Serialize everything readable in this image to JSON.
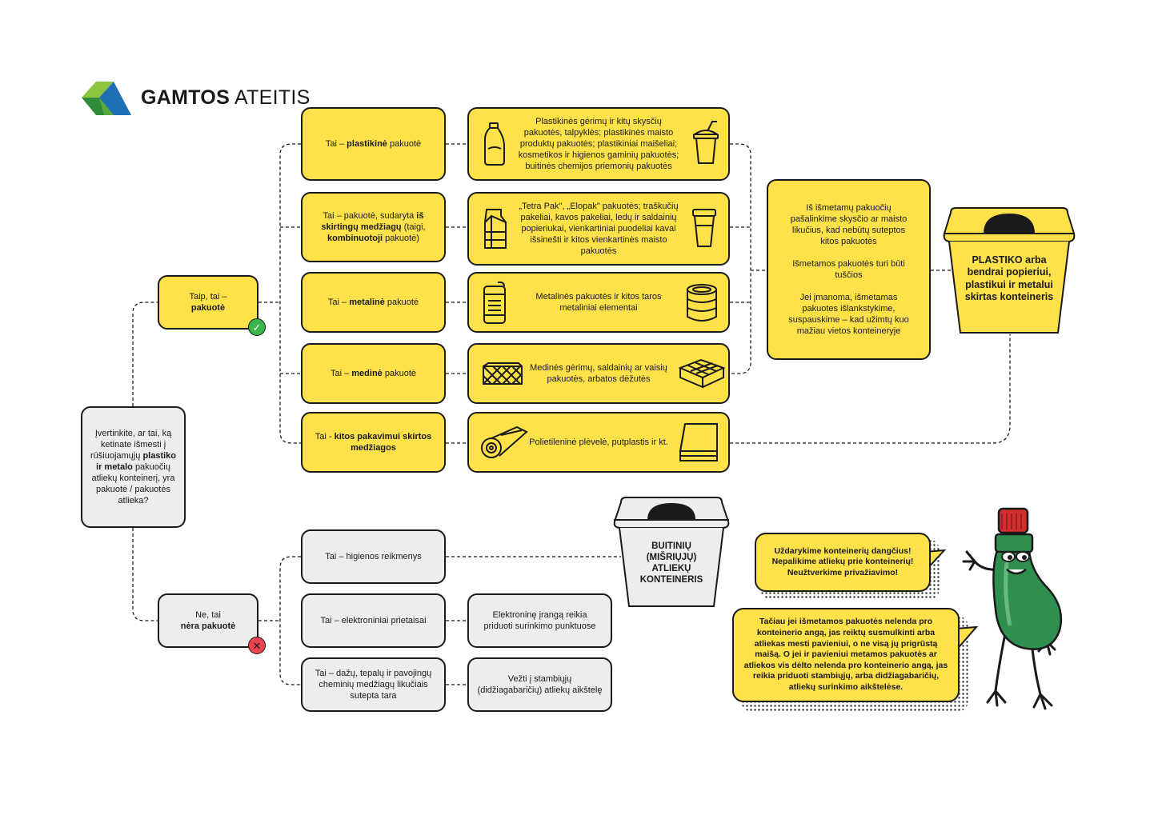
{
  "brand": {
    "name_bold": "GAMTOS",
    "name_light": "ATEITIS"
  },
  "start": {
    "text_1": "Įvertinkite, ar tai, ką ketinate išmesti į rūšiuojamųjų",
    "text_bold": "plastiko ir metalo",
    "text_2": "pakuočių atliekų konteinerį, yra pakuotė / pakuotės atlieka?"
  },
  "yes_node": {
    "text": "Taip, tai –",
    "bold": "pakuotė",
    "badge": "check-badge"
  },
  "no_node": {
    "text": "Ne, tai",
    "bold": "nėra pakuotė",
    "badge": "cross-badge"
  },
  "categories": [
    {
      "pre": "Tai – ",
      "bold": "plastikinė",
      "post": " pakuotė",
      "desc": "Plastikinės gėrimų ir kitų skysčių pakuotės, talpyklės;  plastikinės maisto produktų pakuotės; plastikiniai maišeliai; kosmetikos ir higienos gaminių pakuotės; buitinės chemijos priemonių pakuotės",
      "icon_left": "bottle-icon",
      "icon_right": "drink-cup-icon"
    },
    {
      "pre": "Tai – pakuotė, sudaryta ",
      "bold": "iš skirtingų medžiagų",
      "post": " (taigi, ",
      "bold2": "kombinuotoji",
      "post2": " pakuotė)",
      "desc": "„Tetra Pak\", „Elopak\" pakuotės; traškučių pakeliai, kavos pakeliai, ledų ir saldainių popieriukai, vienkartiniai puodeliai kavai išsinešti ir kitos vienkartinės maisto pakuotės",
      "icon_left": "milk-carton-icon",
      "icon_right": "coffee-cup-icon"
    },
    {
      "pre": "Tai – ",
      "bold": "metalinė",
      "post": " pakuotė",
      "desc": "Metalinės pakuotės ir kitos taros metaliniai elementai",
      "icon_left": "soda-can-icon",
      "icon_right": "tin-can-icon"
    },
    {
      "pre": "Tai – ",
      "bold": "medinė",
      "post": " pakuotė",
      "desc": "Medinės gėrimų, saldainių ar vaisių pakuotės, arbatos dėžutės",
      "icon_left": "wooden-crate-icon",
      "icon_right": "wooden-box-icon"
    },
    {
      "pre": "Tai - ",
      "bold": "kitos pakavimui skirtos medžiagos",
      "post": "",
      "desc": "Polietileninė plėvelė, putplastis ir kt.",
      "icon_left": "film-roll-icon",
      "icon_right": "foam-sheets-icon"
    }
  ],
  "instructions": {
    "p1": "Iš išmetamų pakuočių pašalinkime skysčio ar maisto likučius, kad nebūtų suteptos kitos pakuotės",
    "p2": "Išmetamos pakuotės turi būti tuščios",
    "p3": "Jei įmanoma, išmetamas pakuotes išlankstykime, suspauskime – kad užimtų kuo mažiau vietos konteineryje"
  },
  "plastic_container": {
    "label": "PLASTIKO arba bendrai popieriui, plastikui ir metalui skirtas konteineris"
  },
  "mixed_container": {
    "label": "BUITINIŲ (MIŠRIŲJŲ) ATLIEKŲ KONTEINERIS"
  },
  "not_packaging": [
    {
      "text": "Tai – higienos reikmenys",
      "dest": ""
    },
    {
      "text": "Tai – elektroniniai prietaisai",
      "dest": "Elektroninę įrangą reikia priduoti surinkimo punktuose"
    },
    {
      "text": "Tai – dažų, tepalų ir pavojingų cheminių medžiagų likučiais sutepta tara",
      "dest": "Vežti į stambiųjų (didžiagabaričių) atliekų aikštelę"
    }
  ],
  "bubble_1": {
    "text": "Uždarykime konteinerių dangčius! Nepalikime atliekų prie konteinerių! Neužtverkime privažiavimo!"
  },
  "bubble_2": {
    "text": "Tačiau jei išmetamos pakuotės nelenda pro konteinerio angą, jas reiktų susmulkinti arba atliekas mesti pavieniui, o ne visą jų prigrūstą maišą. O jei ir pavieniui metamos pakuotės ar atliekos vis dėlto nelenda pro konteinerio angą, jas reikia priduoti stambiųjų, arba didžiagabaričių, atliekų surinkimo aikštelėse."
  },
  "colors": {
    "yellow": "#ffe14a",
    "gray": "#efedec",
    "ink": "#1a1a1a",
    "check": "#3cb54a",
    "cross": "#e8454f",
    "logo_green": "#8cc63f",
    "logo_dark": "#2e8b3a",
    "logo_blue": "#1f6fb5",
    "mascot": "#2f8f4e",
    "cap": "#d32f2f"
  }
}
